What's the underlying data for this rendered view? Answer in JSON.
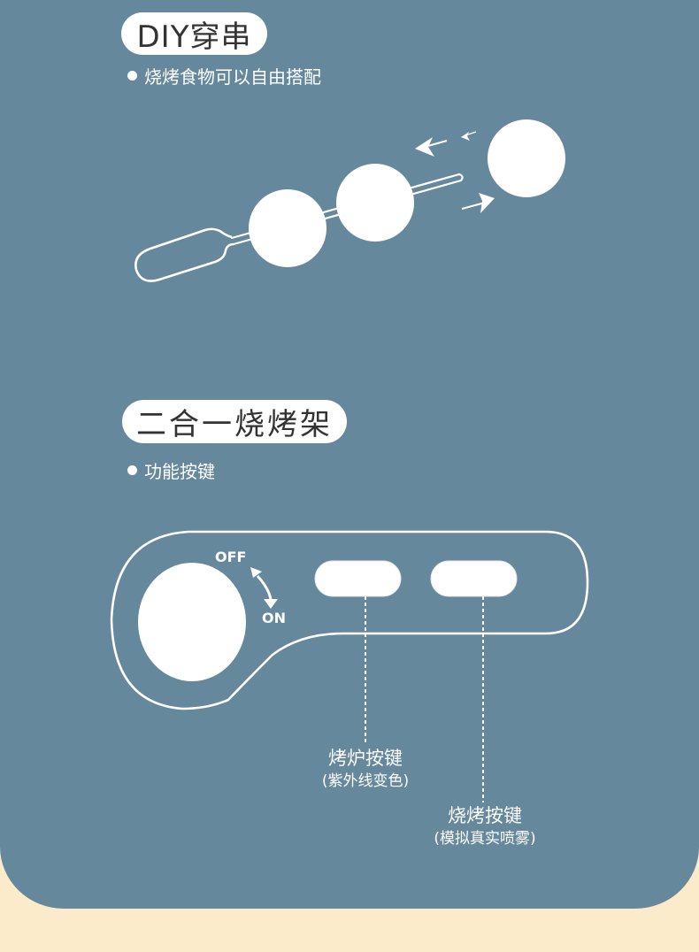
{
  "colors": {
    "panel_bg": "#66889c",
    "page_bg": "#fcebcb",
    "pill_bg": "#ffffff",
    "pill_text": "#333333",
    "foreground": "#ffffff"
  },
  "section1": {
    "title": "DIY穿串",
    "bullet": "烧烤食物可以自由搭配",
    "illustration": {
      "skewer_balls_on_stick": 2,
      "loose_ball": 1,
      "arrows": [
        "arrow-left-large",
        "arrow-left-small",
        "arrow-right"
      ]
    }
  },
  "section2": {
    "title": "二合一烧烤架",
    "bullet": "功能按键",
    "control_panel": {
      "knob_off_label": "OFF",
      "knob_on_label": "ON",
      "buttons": [
        {
          "main": "烤炉按键",
          "sub": "(紫外线变色)"
        },
        {
          "main": "烧烤按键",
          "sub": "(模拟真实喷雾)"
        }
      ]
    }
  }
}
